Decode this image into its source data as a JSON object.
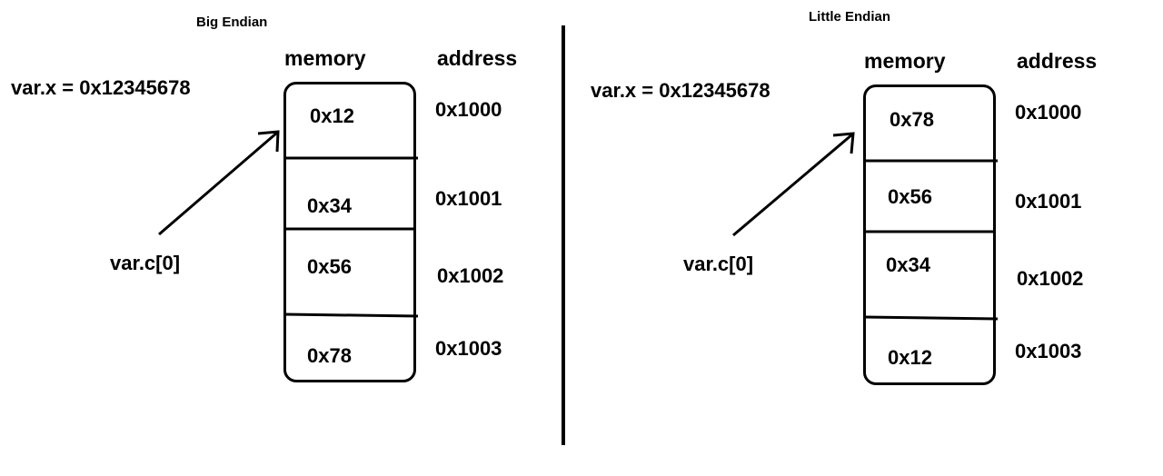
{
  "big_endian": {
    "title": "Big   Endian",
    "memory_label": "memory",
    "address_label": "address",
    "var_x": "var.x = 0x12345678",
    "pointer_label": "var.c[0]",
    "bytes": [
      "0x12",
      "0x34",
      "0x56",
      "0x78"
    ],
    "addresses": [
      "0x1000",
      "0x1001",
      "0x1002",
      "0x1003"
    ]
  },
  "little_endian": {
    "title": "Little Endian",
    "memory_label": "memory",
    "address_label": "address",
    "var_x": "var.x = 0x12345678",
    "pointer_label": "var.c[0]",
    "bytes": [
      "0x78",
      "0x56",
      "0x34",
      "0x12"
    ],
    "addresses": [
      "0x1000",
      "0x1001",
      "0x1002",
      "0x1003"
    ]
  }
}
